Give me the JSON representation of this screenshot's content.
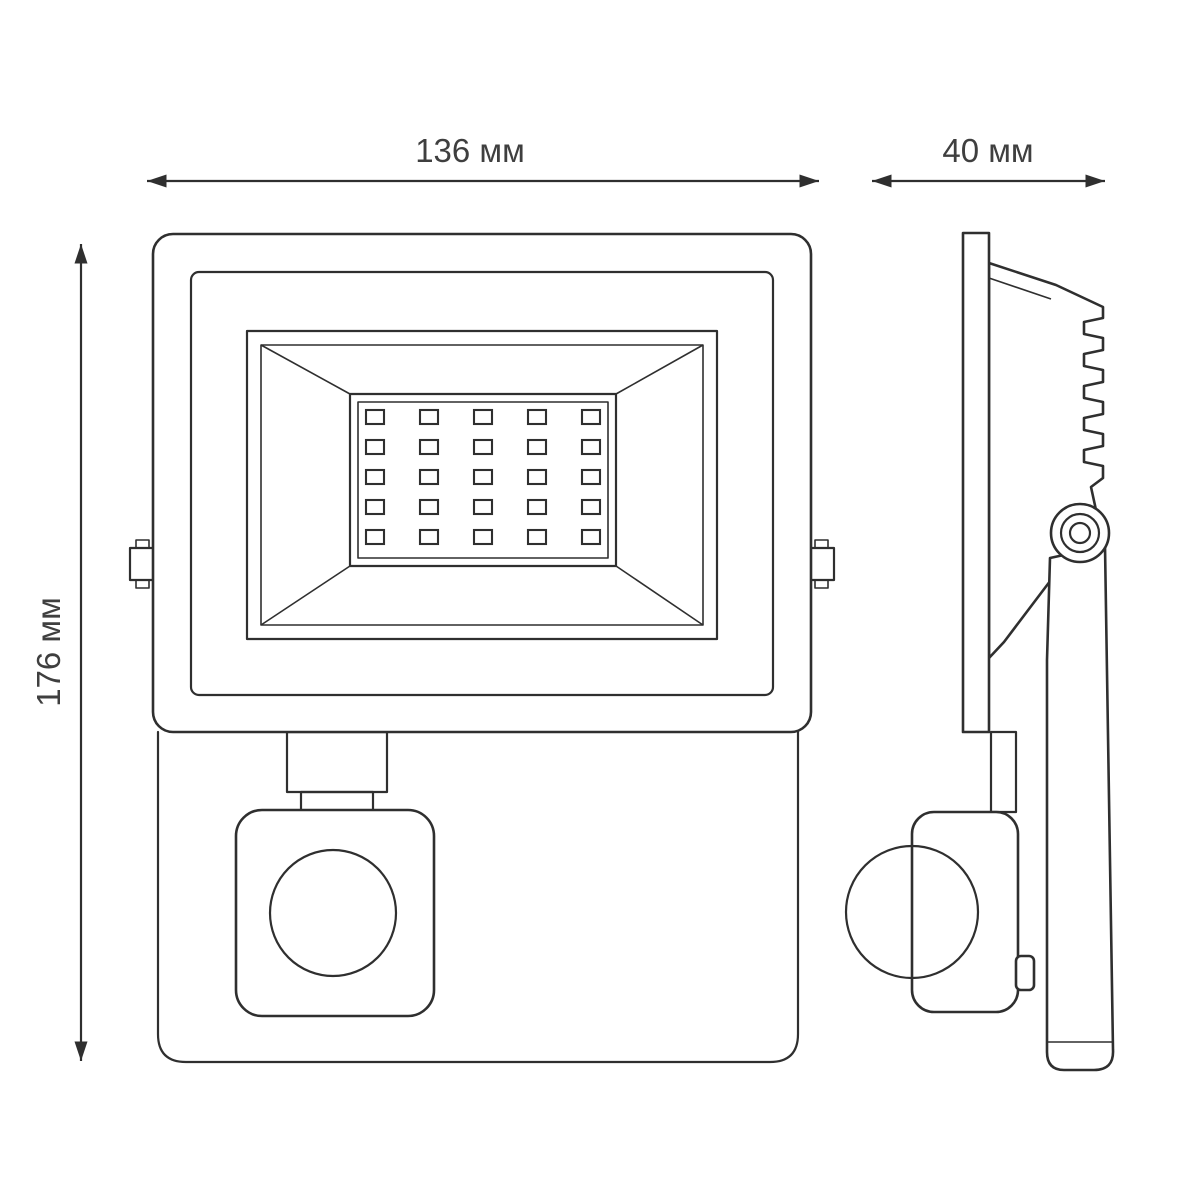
{
  "diagram": {
    "type": "technical-drawing",
    "subject": "LED floodlight with motion sensor, dimensional drawing (front view and side view)",
    "dimensions": {
      "width": {
        "value": 136,
        "unit": "мм",
        "label": "136 мм"
      },
      "depth": {
        "value": 40,
        "unit": "мм",
        "label": "40 мм"
      },
      "height": {
        "value": 176,
        "unit": "мм",
        "label": "176 мм"
      }
    },
    "led_grid": {
      "rows": 5,
      "cols": 5
    },
    "colors": {
      "line": "#2f2f2f",
      "text": "#3f3f3f",
      "background": "#ffffff"
    }
  }
}
